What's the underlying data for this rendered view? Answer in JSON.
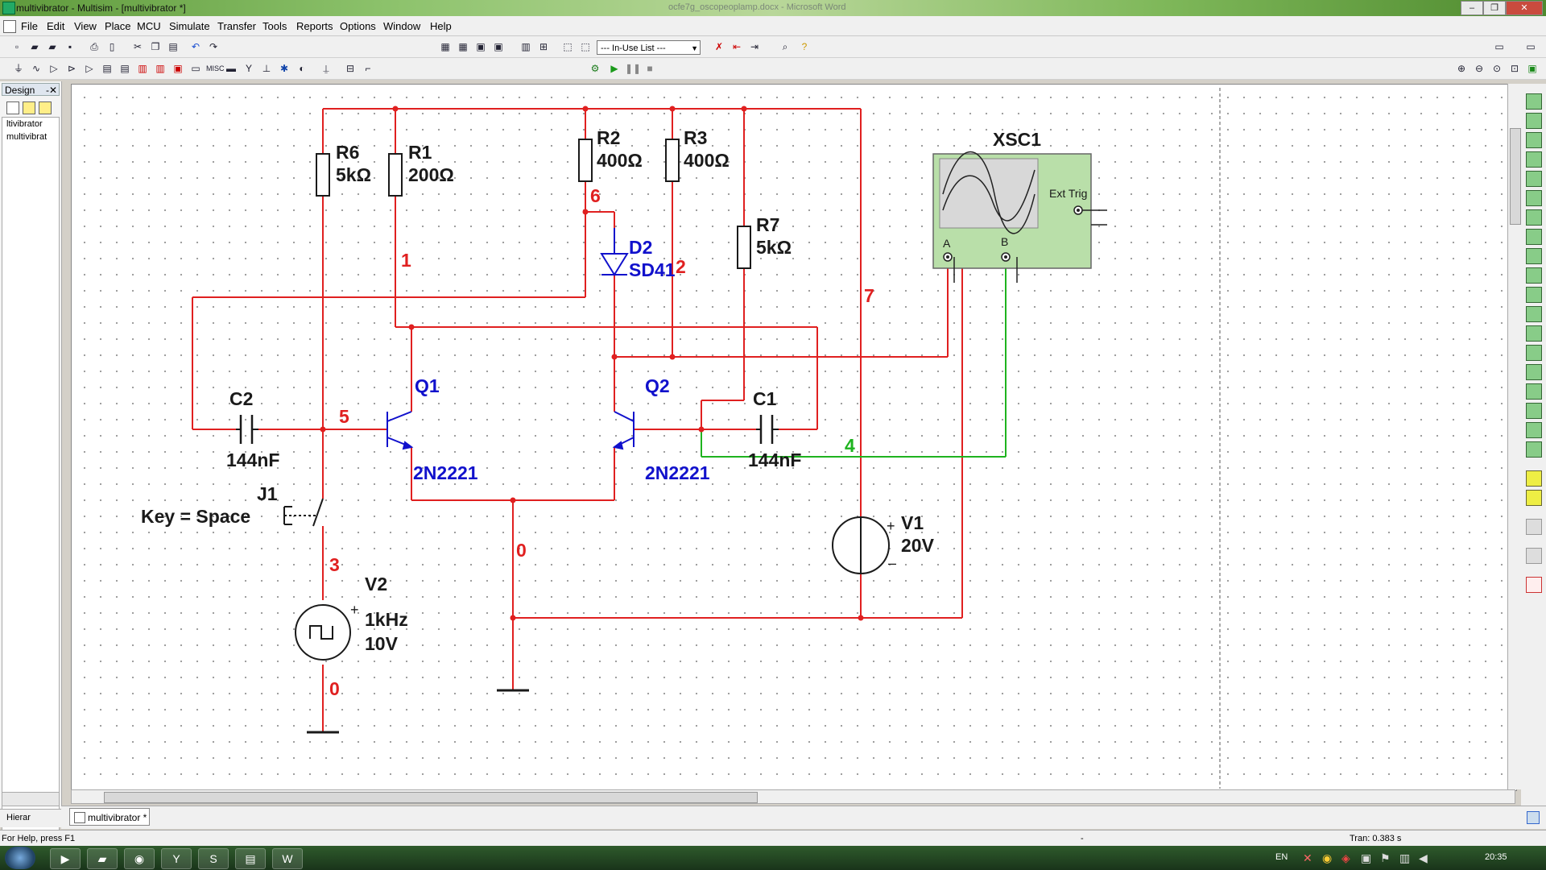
{
  "window": {
    "title": "multivibrator - Multisim - [multivibrator *]",
    "background_title": "ocfe7g_oscopeoplamp.docx - Microsoft Word",
    "controls": {
      "minimize": "–",
      "restore": "❐",
      "close": "✕"
    }
  },
  "menu": [
    "File",
    "Edit",
    "View",
    "Place",
    "MCU",
    "Simulate",
    "Transfer",
    "Tools",
    "Reports",
    "Options",
    "Window",
    "Help"
  ],
  "toolbar": {
    "in_use_list": "--- In-Use List ---"
  },
  "design_panel": {
    "title": "Design",
    "tree_items": [
      "ltivibrator",
      "multivibrat"
    ],
    "bottom_tab": "Hierar"
  },
  "document_tab": "multivibrator *",
  "status": {
    "help": "For Help, press F1",
    "middle": "-",
    "tran": "Tran: 0.383 s"
  },
  "taskbar": {
    "language": "EN",
    "clock": "20:35"
  },
  "schematic": {
    "components": {
      "R6": {
        "ref": "R6",
        "value": "5kΩ"
      },
      "R1": {
        "ref": "R1",
        "value": "200Ω"
      },
      "R2": {
        "ref": "R2",
        "value": "400Ω"
      },
      "R3": {
        "ref": "R3",
        "value": "400Ω"
      },
      "R7": {
        "ref": "R7",
        "value": "5kΩ"
      },
      "D2": {
        "ref": "D2",
        "value": "SD41"
      },
      "Q1": {
        "ref": "Q1",
        "value": "2N2221"
      },
      "Q2": {
        "ref": "Q2",
        "value": "2N2221"
      },
      "C2": {
        "ref": "C2",
        "value": "144nF"
      },
      "C1": {
        "ref": "C1",
        "value": "144nF"
      },
      "J1": {
        "ref": "J1",
        "key": "Key = Space"
      },
      "V2": {
        "ref": "V2",
        "freq": "1kHz",
        "amp": "10V"
      },
      "V1": {
        "ref": "V1",
        "value": "20V",
        "plus": "+",
        "minus": "–"
      },
      "XSC1": {
        "ref": "XSC1",
        "ext_trig": "Ext Trig",
        "chan_a": "A",
        "chan_b": "B"
      }
    },
    "nets": {
      "n1": "1",
      "n2": "2",
      "n3": "3",
      "n4": "4",
      "n5": "5",
      "n6": "6",
      "n7": "7",
      "n0a": "0",
      "n0b": "0"
    },
    "colors": {
      "wire": "#e02020",
      "wire_b": "#1fb31f",
      "component": "#1a1a1a",
      "label_blue": "#1111cc",
      "net_label": "#e02020"
    }
  }
}
